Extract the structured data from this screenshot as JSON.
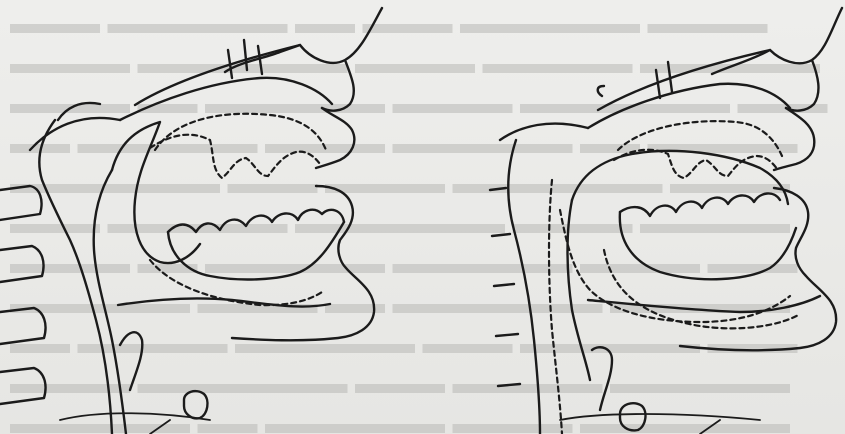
{
  "figure": {
    "panels": [
      {
        "id": "left",
        "kind": "sagittal-head-section"
      },
      {
        "id": "right",
        "kind": "sagittal-head-section"
      }
    ]
  },
  "colors": {
    "paper": "#e9e9e7",
    "ink": "#1b1b1b",
    "bleed_text": "#b9b9b6"
  }
}
